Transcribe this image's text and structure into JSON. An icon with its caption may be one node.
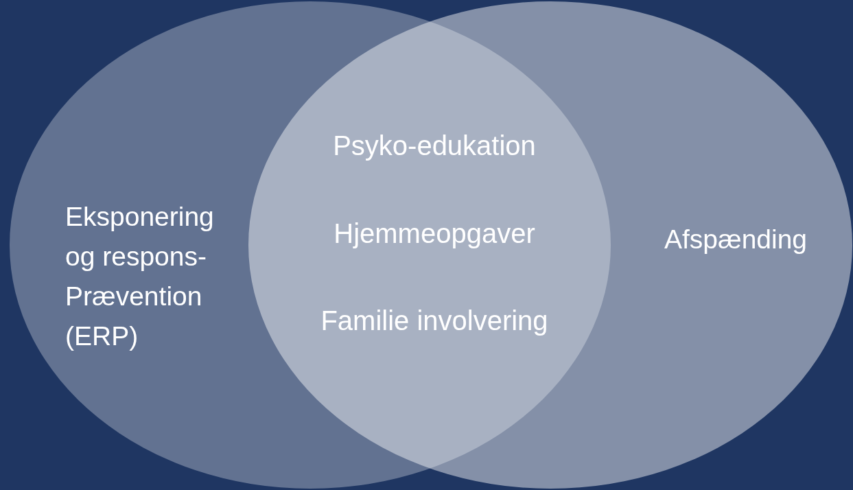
{
  "diagram": {
    "nodes": [
      {
        "text": [
          "Eksponering og respons-Prævention (ERP)"
        ]
      },
      {
        "text": [
          "Afspænding"
        ]
      }
    ],
    "labels": [
      "Psyko-edukation",
      "Hjemmeopgaver",
      "Familie involvering"
    ]
  }
}
